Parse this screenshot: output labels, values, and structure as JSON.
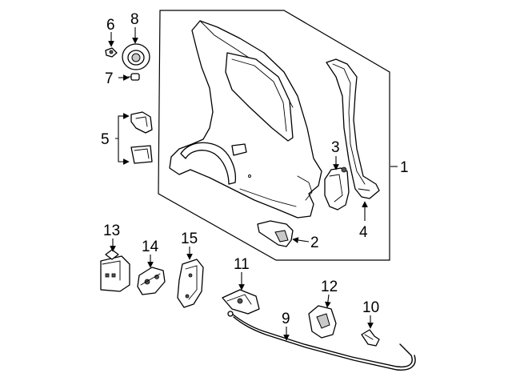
{
  "callouts": {
    "c1": "1",
    "c2": "2",
    "c3": "3",
    "c4": "4",
    "c5": "5",
    "c6": "6",
    "c7": "7",
    "c8": "8",
    "c9": "9",
    "c10": "10",
    "c11": "11",
    "c12": "12",
    "c13": "13",
    "c14": "14",
    "c15": "15"
  },
  "colors": {
    "line": "#000000",
    "background": "#ffffff",
    "shade": "#c9c9c9"
  }
}
